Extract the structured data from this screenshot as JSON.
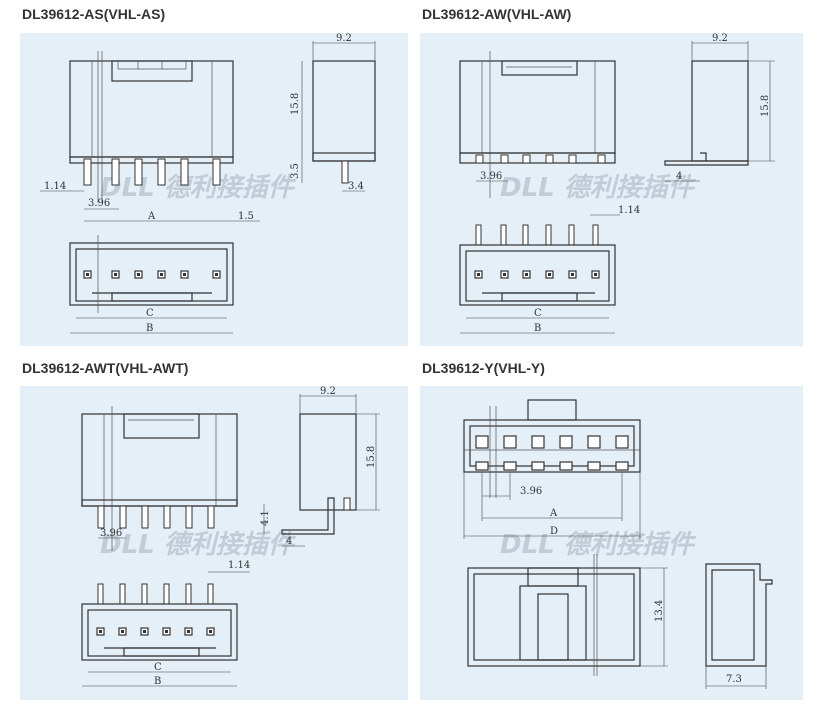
{
  "panels": [
    {
      "title": "DL39612-AS(VHL-AS)",
      "watermark": "DLL 德利接插件",
      "dims": {
        "d9_2": "9.2",
        "d15_8": "15.8",
        "d3_5": "3.5",
        "d3_4": "3.4",
        "d1_14": "1.14",
        "d3_96": "3.96",
        "dA": "A",
        "d1_5": "1.5",
        "dC": "C",
        "dB": "B"
      }
    },
    {
      "title": "DL39612-AW(VHL-AW)",
      "watermark": "DLL 德利接插件",
      "dims": {
        "d9_2": "9.2",
        "d15_8": "15.8",
        "d4": "4",
        "d3_96": "3.96",
        "d1_14": "1.14",
        "dC": "C",
        "dB": "B"
      }
    },
    {
      "title": "DL39612-AWT(VHL-AWT)",
      "watermark": "DLL 德利接插件",
      "dims": {
        "d9_2": "9.2",
        "d15_8": "15.8",
        "d4_1": "4.1",
        "d4": "4",
        "d3_96": "3.96",
        "d1_14": "1.14",
        "dC": "C",
        "dB": "B"
      }
    },
    {
      "title": "DL39612-Y(VHL-Y)",
      "watermark": "DLL 德利接插件",
      "dims": {
        "d3_96": "3.96",
        "dA": "A",
        "dD": "D",
        "d13_4": "13.4",
        "d7_3": "7.3"
      }
    }
  ]
}
